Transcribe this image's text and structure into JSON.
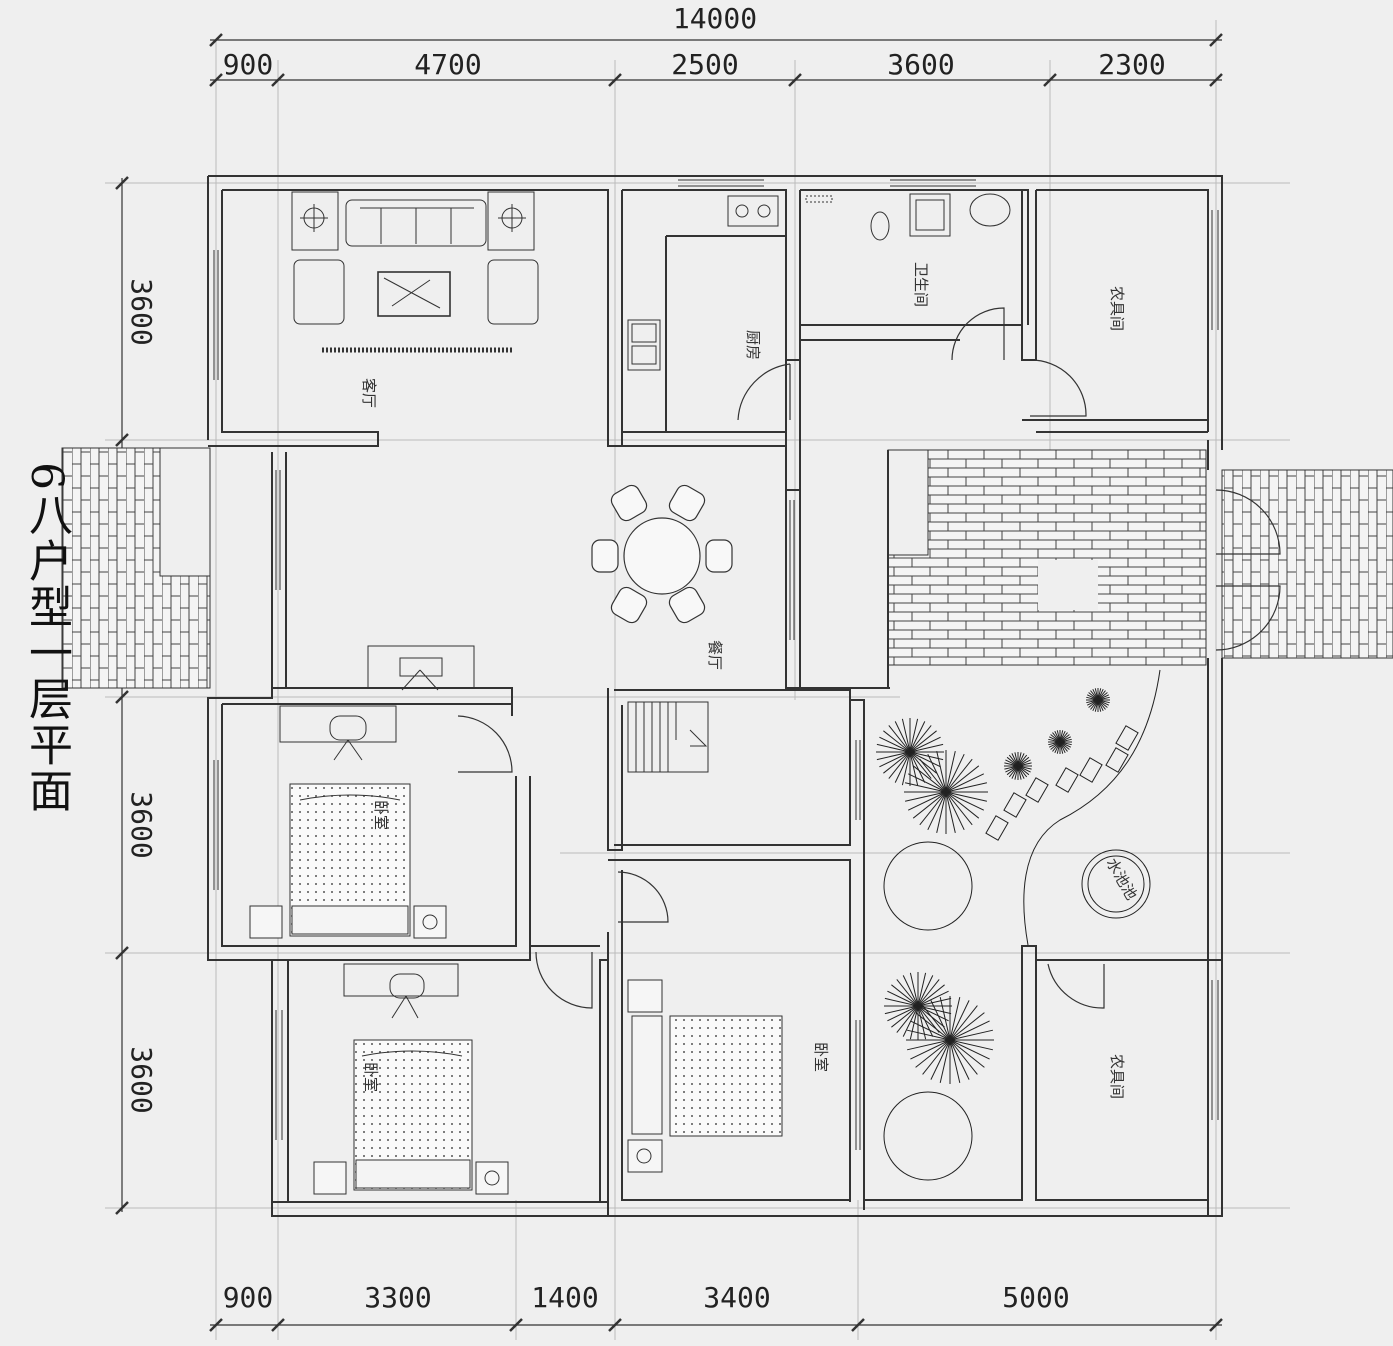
{
  "title": "6八户型一层平面",
  "dimensions": {
    "top_total": "14000",
    "top": [
      "900",
      "4700",
      "2500",
      "3600",
      "2300"
    ],
    "bottom": [
      "900",
      "3300",
      "1400",
      "3400",
      "5000"
    ],
    "left": [
      "3600",
      "3600",
      "3600",
      "3600"
    ]
  },
  "rooms": {
    "living": "客厅",
    "kitchen": "厨房",
    "bathroom": "卫生间",
    "storage_top": "农具间",
    "dining": "餐厅",
    "bedroom_1": "卧室",
    "bedroom_2": "卧室",
    "bedroom_3": "卧室",
    "storage_bottom": "农具间",
    "pool": "水池池"
  }
}
